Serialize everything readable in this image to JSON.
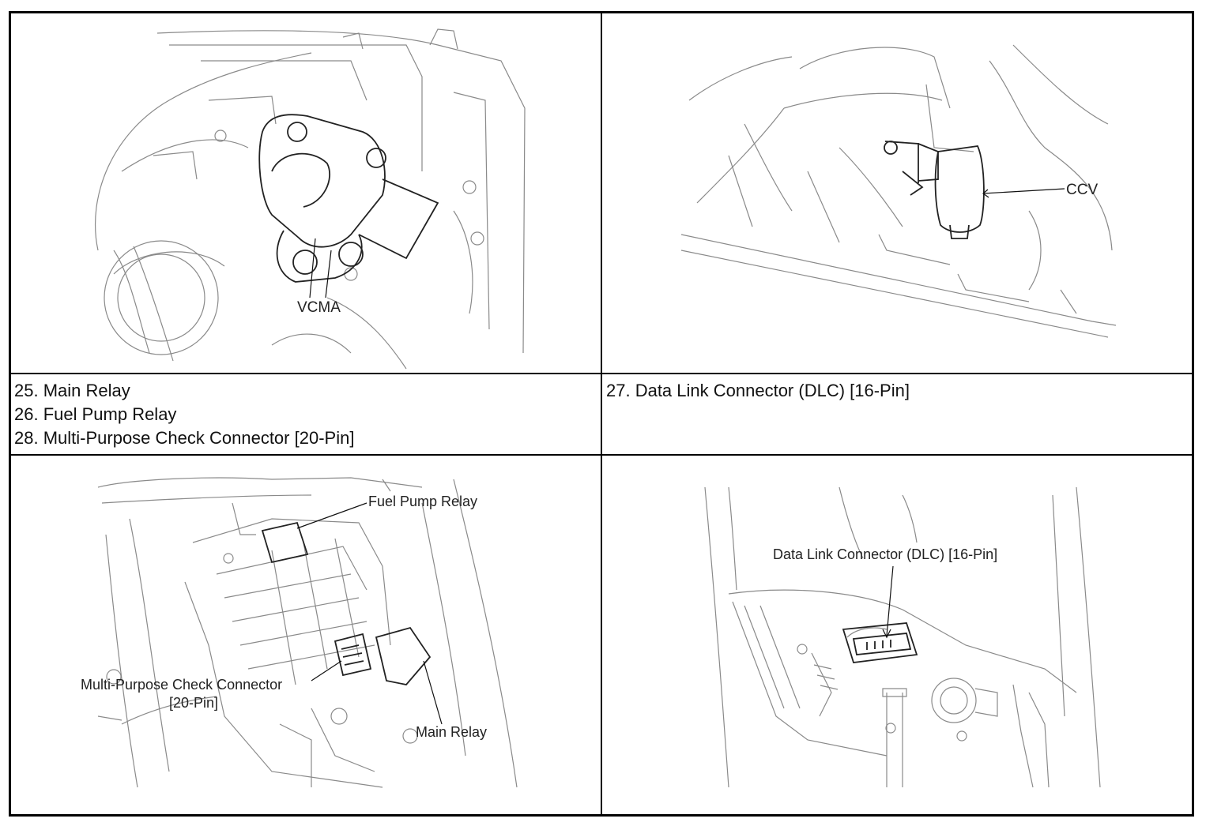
{
  "panels": {
    "vcma": {
      "label": "VCMA"
    },
    "ccv": {
      "label": "CCV"
    },
    "relay_box": {
      "fuel_pump_relay_label": "Fuel Pump Relay",
      "check_connector_label_line1": "Multi-Purpose Check Connector",
      "check_connector_label_line2": "[20-Pin]",
      "main_relay_label": "Main Relay"
    },
    "dlc": {
      "label": "Data Link Connector (DLC) [16-Pin]"
    }
  },
  "captions": {
    "left": [
      "25. Main Relay",
      "26. Fuel Pump Relay",
      "28. Multi-Purpose Check Connector [20-Pin]"
    ],
    "right": [
      "27. Data Link Connector (DLC) [16-Pin]"
    ]
  }
}
